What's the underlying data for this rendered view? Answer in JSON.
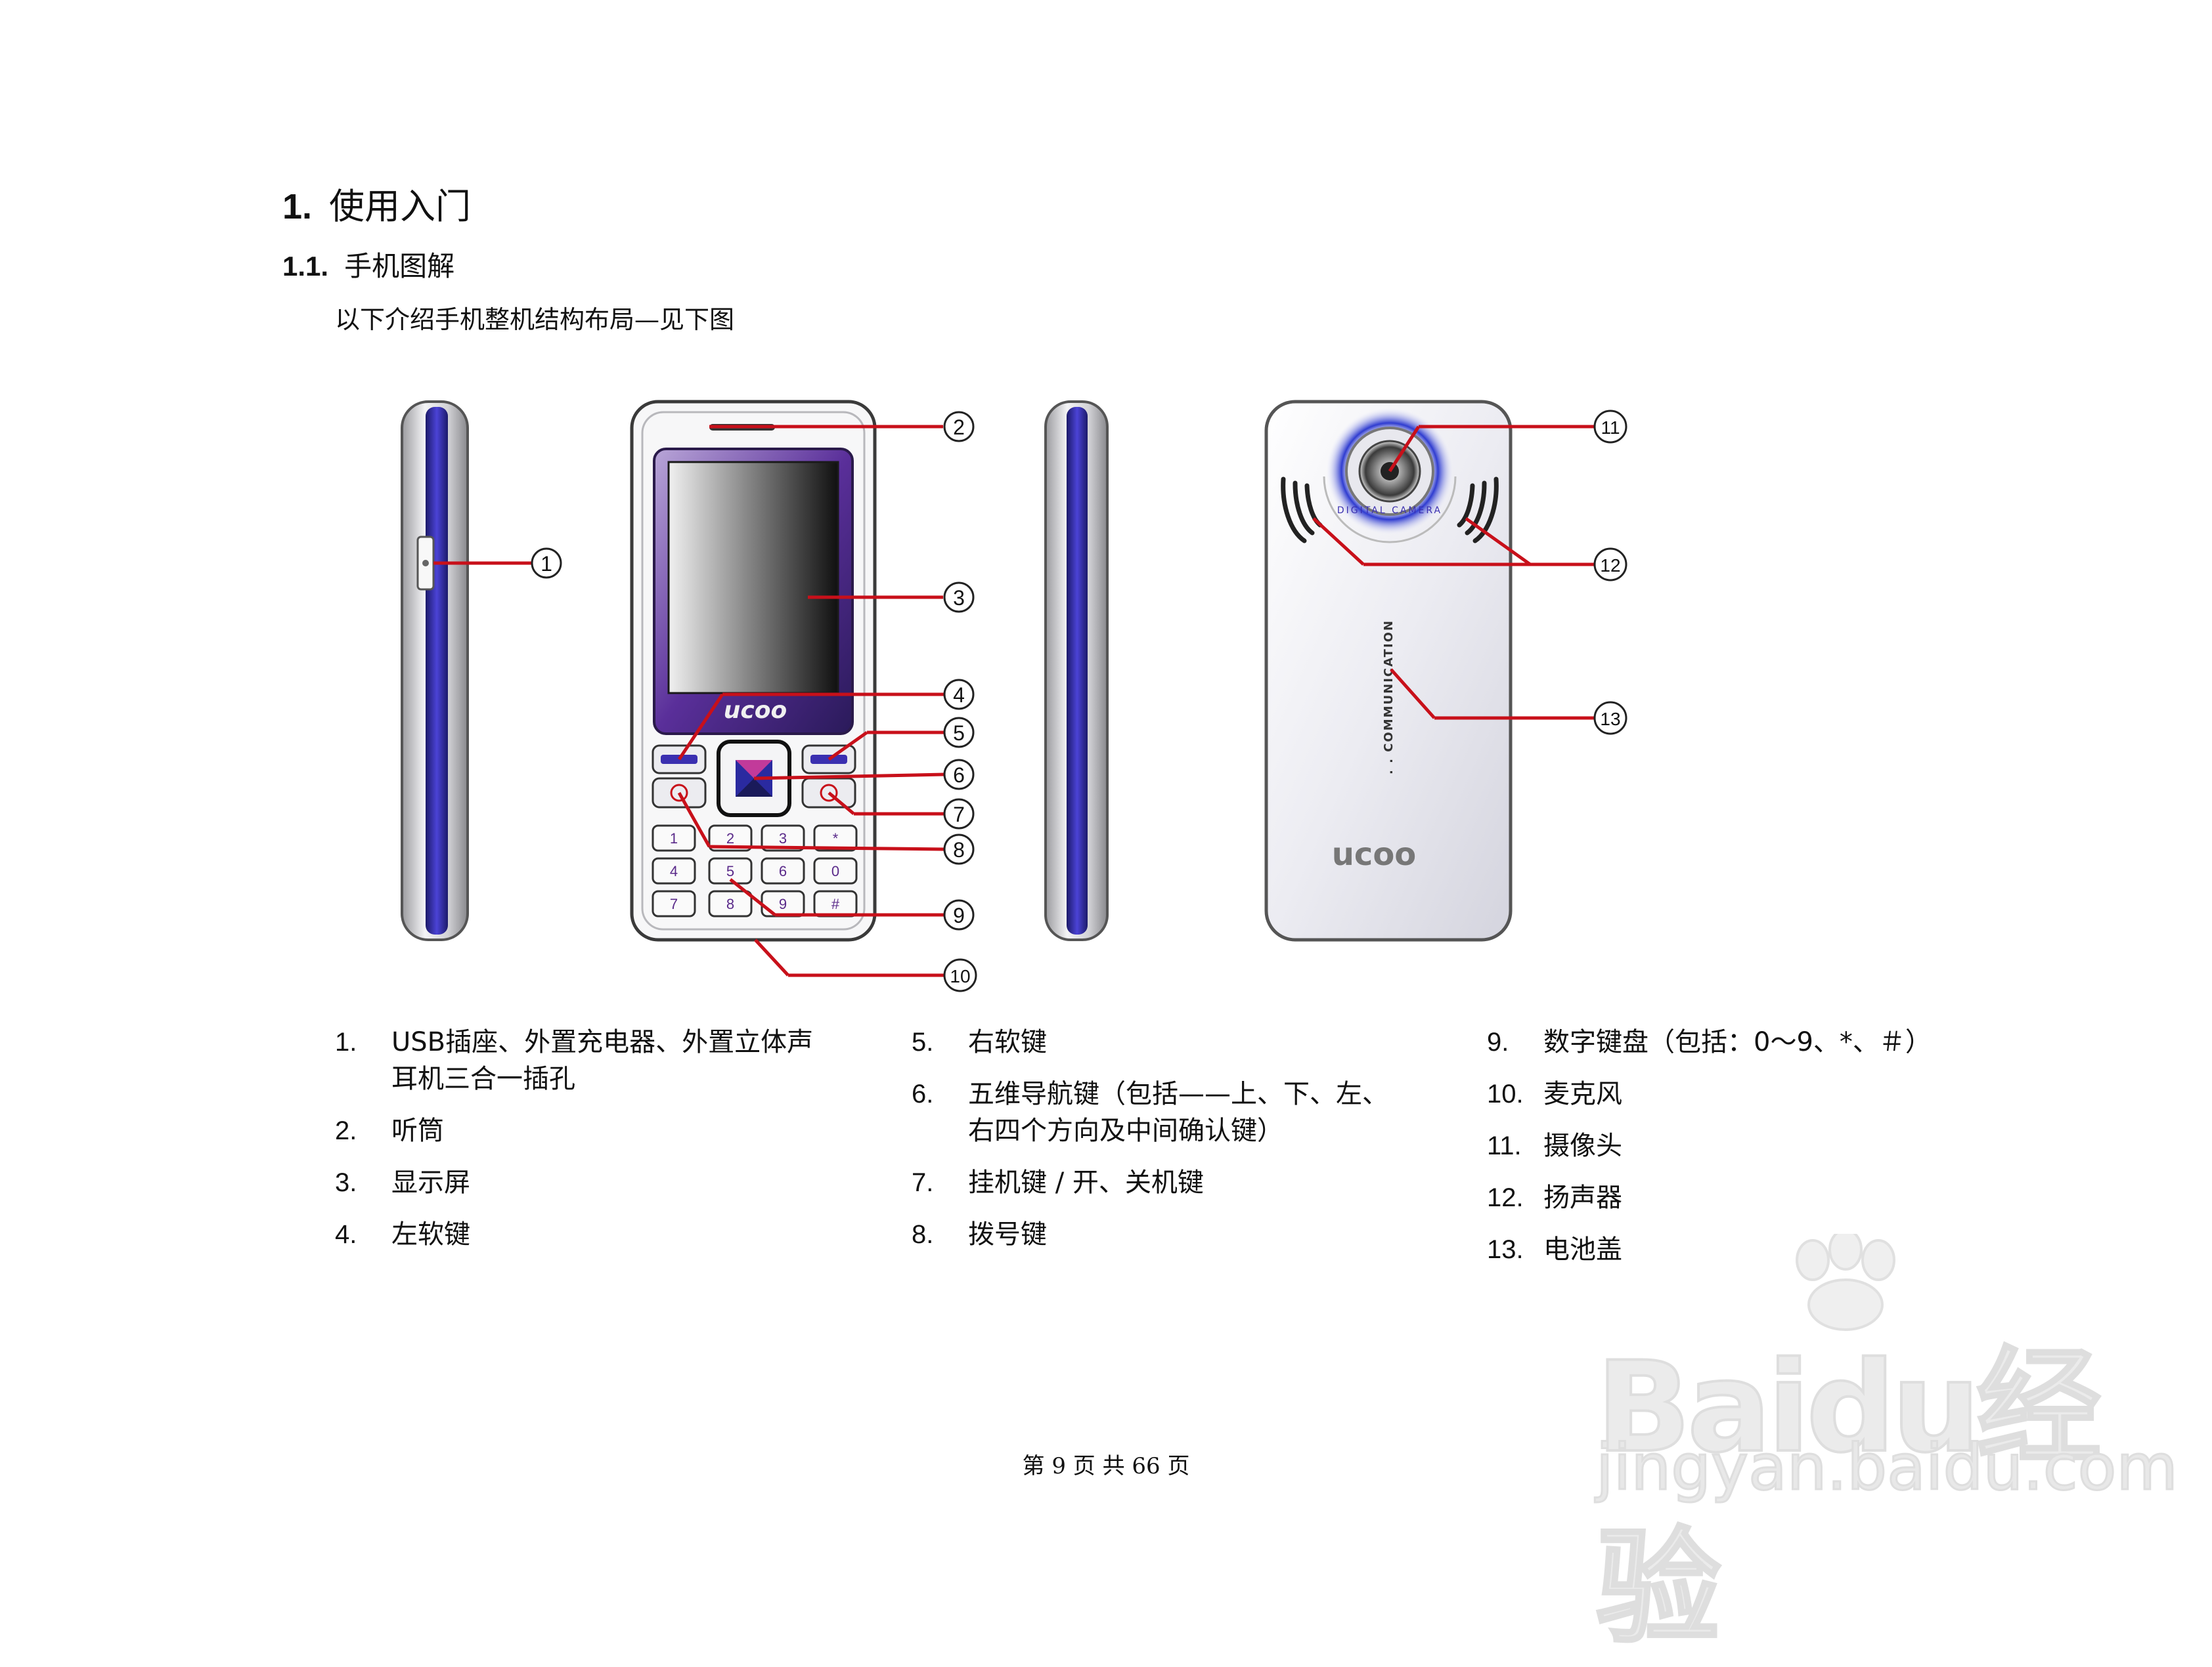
{
  "heading": {
    "number": "1.",
    "title": "使用入门"
  },
  "subheading": {
    "number": "1.1.",
    "title": "手机图解"
  },
  "intro": "以下介绍手机整机结构布局—见下图",
  "callouts": [
    "1",
    "2",
    "3",
    "4",
    "5",
    "6",
    "7",
    "8",
    "9",
    "10",
    "11",
    "12",
    "13"
  ],
  "phone": {
    "brand": "ucoo",
    "camera_label": "DIGITAL CAMERA",
    "back_text": ". . COMMUNICATION",
    "keys": {
      "row1": [
        "1",
        "2",
        "3",
        "*"
      ],
      "row2": [
        "4",
        "5",
        "6",
        "0"
      ],
      "row3": [
        "7",
        "8",
        "9",
        "#"
      ]
    }
  },
  "parts": [
    {
      "n": "1.",
      "text": "USB插座、外置充电器、外置立体声耳机三合一插孔"
    },
    {
      "n": "2.",
      "text": "听筒"
    },
    {
      "n": "3.",
      "text": "显示屏"
    },
    {
      "n": "4.",
      "text": "左软键"
    },
    {
      "n": "5.",
      "text": "右软键"
    },
    {
      "n": "6.",
      "text": "五维导航键（包括——上、下、左、右四个方向及中间确认键）"
    },
    {
      "n": "7.",
      "text": "挂机键 / 开、关机键"
    },
    {
      "n": "8.",
      "text": "拨号键"
    },
    {
      "n": "9.",
      "text": "数字键盘（包括：0～9、*、＃）"
    },
    {
      "n": "10.",
      "text": "麦克风"
    },
    {
      "n": "11.",
      "text": "摄像头"
    },
    {
      "n": "12.",
      "text": "扬声器"
    },
    {
      "n": "13.",
      "text": "电池盖"
    }
  ],
  "footer": "第 9 页 共 66 页",
  "watermark": {
    "brand": "Baidu经验",
    "url": "jingyan.baidu.com"
  },
  "colors": {
    "leader": "#c8101a",
    "accent": "#3a2fb0",
    "purple": "#6a2a8a"
  }
}
